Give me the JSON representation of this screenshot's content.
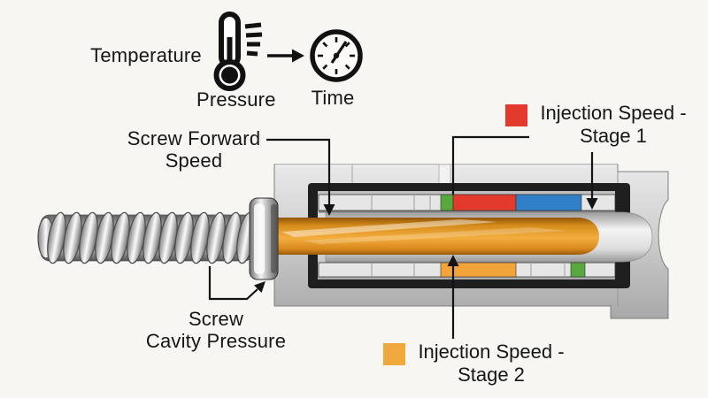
{
  "process_icons": {
    "temperature_label": "Temperature",
    "pressure_label": "Pressure",
    "time_label": "Time",
    "thermometer_icon": "thermometer-icon",
    "timer_icon": "timer-gauge-icon",
    "flow_arrow_icon": "right-arrow-icon"
  },
  "callouts": {
    "screw_forward_speed": {
      "line1": "Screw Forward",
      "line2": "Speed"
    },
    "screw_cavity_pressure": {
      "line1": "Screw",
      "line2": "Cavity Pressure"
    }
  },
  "legend": {
    "stage1": {
      "line1": "Injection Speed",
      "line2": "- Stage 1",
      "swatch_color": "#e23a2d"
    },
    "stage2": {
      "line1": "Injection Speed",
      "line2": "- Stage 2",
      "swatch_color": "#f0a83b"
    }
  },
  "machine": {
    "band_colors": {
      "green": "#57a93d",
      "red": "#e23a2d",
      "blue": "#2f80c6",
      "orange": "#f2a43a"
    },
    "melt_color": "#e08f1f"
  }
}
